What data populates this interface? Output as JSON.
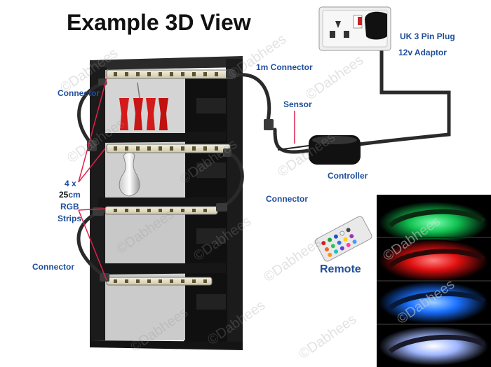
{
  "title": "Example 3D View",
  "labels": {
    "connector_top_left": "Connector",
    "one_m_connector": "1m Connector",
    "sensor": "Sensor",
    "controller": "Controller",
    "connector_mid_right": "Connector",
    "connector_bottom_left": "Connector",
    "strips_line1": "4 x",
    "strips_line2a": "25",
    "strips_line2b": "cm",
    "strips_line3": "RGB",
    "strips_line4": "Strips",
    "uk_plug": "UK 3 Pin Plug",
    "adaptor": "12v Adaptor",
    "remote": "Remote"
  },
  "watermark": "©Dabhees",
  "colors": {
    "shelf": "#1b1b1b",
    "cable": "#2a2a2a",
    "red_line": "#e0204a",
    "label_blue": "#1f4e9b",
    "led_green": "#18e060",
    "led_red": "#ff2020",
    "led_blue": "#2080ff",
    "led_white": "#dfe8ff"
  }
}
